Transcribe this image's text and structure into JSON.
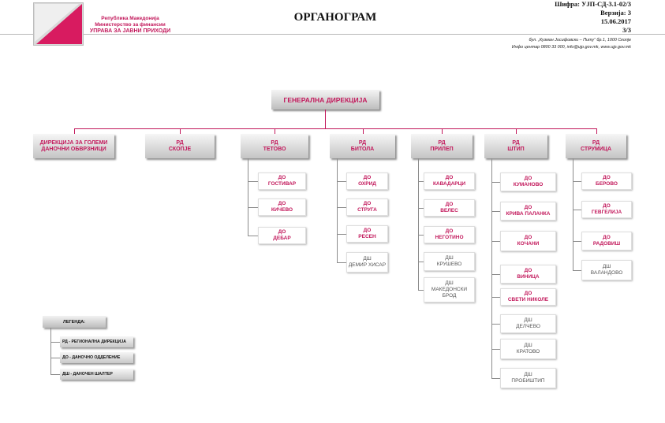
{
  "header": {
    "org_line1": "Република Македонија",
    "org_line2": "Министерство за финансии",
    "org_line3": "УПРАВА ЗА ЈАВНИ ПРИХОДИ",
    "title": "ОРГАНОГРАМ",
    "code": "Шифра: УЈП-СД-3.1-02/3",
    "version": "Верзија: 3",
    "date": "15.06.2017",
    "page": "3/3",
    "address": "бул. „Кузман Јосифовски – Питу“ бр.1, 1000 Скопје",
    "contact": "Инфо центар 0800 33 000, info@ujp.gov.mk, www.ujp.gov.mk",
    "brand_color": "#c2185b"
  },
  "chart": {
    "root": "ГЕНЕРАЛНА ДИРЕКЦИЈА",
    "directorates": [
      {
        "line1": "ДИРЕКЦИЈА ЗА ГОЛЕМИ",
        "line2": "ДАНОЧНИ ОБВРЗНИЦИ"
      },
      {
        "line1": "РД",
        "line2": "СКОПЈЕ"
      },
      {
        "line1": "РД",
        "line2": "ТЕТОВО",
        "units": [
          {
            "line1": "ДО",
            "line2": "ГОСТИВАР"
          },
          {
            "line1": "ДО",
            "line2": "КИЧЕВО"
          },
          {
            "line1": "ДО",
            "line2": "ДЕБАР"
          }
        ]
      },
      {
        "line1": "РД",
        "line2": "БИТОЛА",
        "units": [
          {
            "line1": "ДО",
            "line2": "ОХРИД"
          },
          {
            "line1": "ДО",
            "line2": "СТРУГА"
          },
          {
            "line1": "ДО",
            "line2": "РЕСЕН"
          },
          {
            "line1": "ДШ",
            "line2": "ДЕМИР ХИСАР"
          }
        ]
      },
      {
        "line1": "РД",
        "line2": "ПРИЛЕП",
        "units": [
          {
            "line1": "ДО",
            "line2": "КАВАДАРЦИ"
          },
          {
            "line1": "ДО",
            "line2": "ВЕЛЕС"
          },
          {
            "line1": "ДО",
            "line2": "НЕГОТИНО"
          },
          {
            "line1": "ДШ",
            "line2": "КРУШЕВО"
          },
          {
            "line1": "ДШ",
            "line2": "МАКЕДОНСКИ",
            "line3": "БРОД"
          }
        ]
      },
      {
        "line1": "РД",
        "line2": "ШТИП",
        "units": [
          {
            "line1": "ДО",
            "line2": "КУМАНОВО"
          },
          {
            "line1": "ДО",
            "line2": "КРИВА ПАЛАНКА"
          },
          {
            "line1": "ДО",
            "line2": "КОЧАНИ"
          },
          {
            "line1": "ДО",
            "line2": "ВИНИЦА"
          },
          {
            "line1": "ДО",
            "line2": "СВЕТИ НИКОЛЕ"
          },
          {
            "line1": "ДШ",
            "line2": "ДЕЛЧЕВО"
          },
          {
            "line1": "ДШ",
            "line2": "КРАТОВО"
          },
          {
            "line1": "ДШ",
            "line2": "ПРОБИШТИП"
          }
        ]
      },
      {
        "line1": "РД",
        "line2": "СТРУМИЦА",
        "units": [
          {
            "line1": "ДО",
            "line2": "БЕРОВО"
          },
          {
            "line1": "ДО",
            "line2": "ГЕВГЕЛИЈА"
          },
          {
            "line1": "ДО",
            "line2": "РАДОВИШ"
          },
          {
            "line1": "ДШ",
            "line2": "ВАЛАНДОВО"
          }
        ]
      }
    ]
  },
  "legend": {
    "title": "ЛЕГЕНДА:",
    "items": [
      "РД - РЕГИОНАЛНА ДИРЕКЦИЈА",
      "ДО - ДАНОЧНО ОДДЕЛЕНИЕ",
      "ДШ - ДАНОЧЕН ШАЛТЕР"
    ]
  }
}
